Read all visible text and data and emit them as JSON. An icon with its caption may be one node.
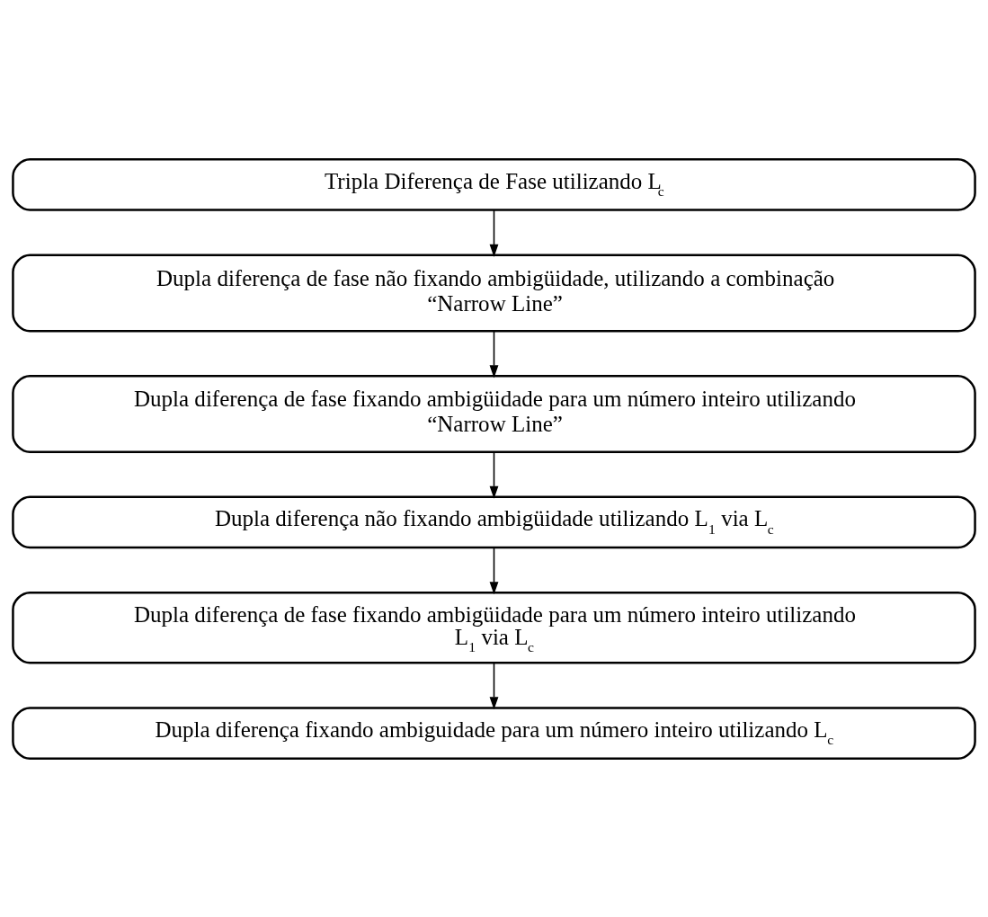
{
  "diagram": {
    "nodes": [
      {
        "text": [
          "Tripla Diferença de Fase utilizando L$_{c}$"
        ]
      },
      {
        "text": [
          "Dupla diferença de fase não fixando ambigüidade, utilizando a combinação “Narrow Line”"
        ]
      },
      {
        "text": [
          "Dupla diferença de fase fixando ambigüidade para um número inteiro utilizando “Narrow Line”"
        ]
      },
      {
        "text": [
          "Dupla diferença não fixando ambigüidade utilizando L$_{1}$ via L$_{c}$"
        ]
      },
      {
        "text": [
          "Dupla diferença de fase fixando ambigüidade para um número inteiro utilizando L$_{1}$ via L$_{c}$"
        ]
      },
      {
        "text": [
          "Dupla diferença fixando ambiguidade para um número inteiro utilizando L$_{c}$"
        ]
      }
    ],
    "edges": [
      {
        "from": 0,
        "to": 1,
        "arrow": "to"
      },
      {
        "from": 1,
        "to": 2,
        "arrow": "to"
      },
      {
        "from": 2,
        "to": 3,
        "arrow": "to"
      },
      {
        "from": 3,
        "to": 4,
        "arrow": "to"
      },
      {
        "from": 4,
        "to": 5,
        "arrow": "to"
      }
    ]
  }
}
